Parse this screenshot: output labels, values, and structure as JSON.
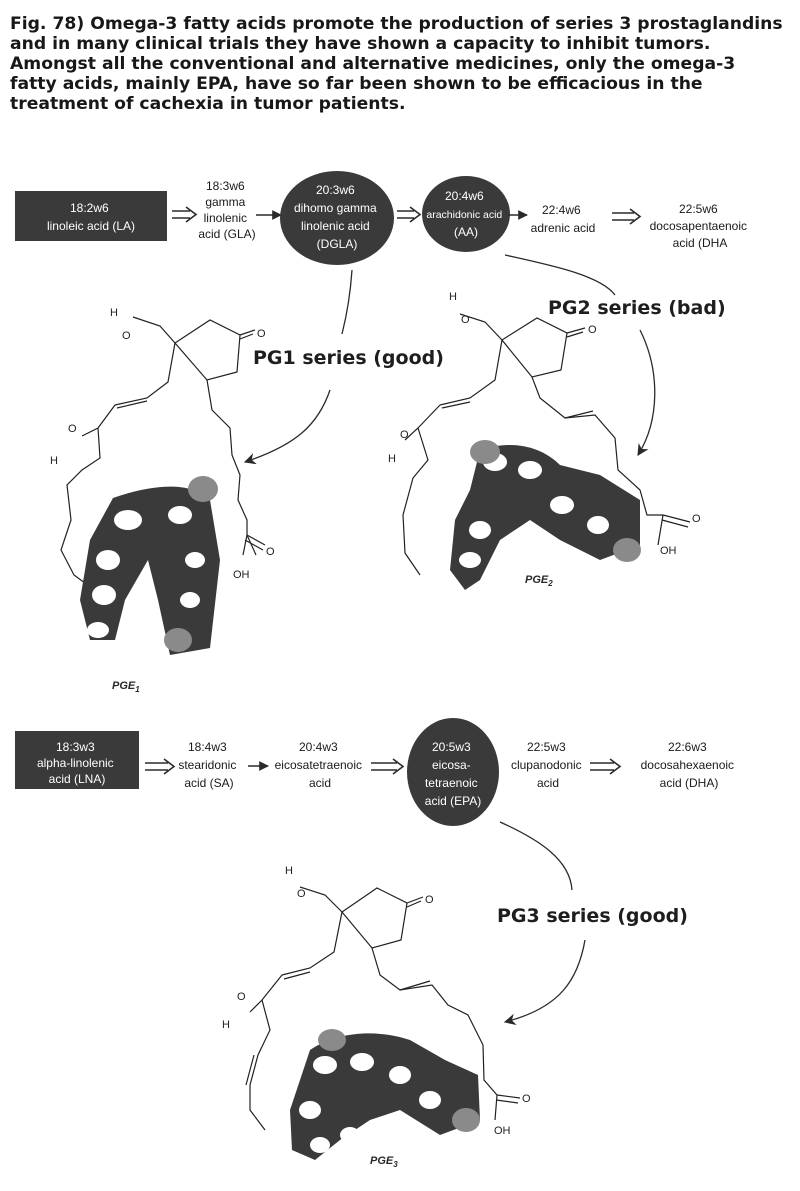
{
  "caption": {
    "lines": [
      "Fig. 78)  Omega-3 fatty acids promote the production of series 3 prostaglandins",
      "and in many clinical trials they have shown a capacity to inhibit tumors.",
      "Amongst all the conventional and alternative medicines, only the omega-3",
      "fatty acids, mainly EPA, have so far been shown to be efficacious in the",
      "treatment of cachexia in tumor patients."
    ]
  },
  "omega6": {
    "nodes": [
      {
        "lines": [
          "18:2w6",
          "linoleic acid (LA)"
        ]
      },
      {
        "lines": [
          "18:3w6",
          "gamma",
          "linolenic",
          "acid (GLA)"
        ]
      },
      {
        "lines": [
          "20:3w6",
          "dihomo gamma",
          "linolenic acid",
          "(DGLA)"
        ]
      },
      {
        "lines": [
          "20:4w6",
          "arachidonic acid",
          "(AA)"
        ]
      },
      {
        "lines": [
          "22:4w6",
          "adrenic acid"
        ]
      },
      {
        "lines": [
          "22:5w6",
          "docosapentaenoic",
          "acid (DHA"
        ]
      }
    ]
  },
  "omega3": {
    "nodes": [
      {
        "lines": [
          "18:3w3",
          "alpha-linolenic",
          "acid (LNA)"
        ]
      },
      {
        "lines": [
          "18:4w3",
          "stearidonic",
          "acid (SA)"
        ]
      },
      {
        "lines": [
          "20:4w3",
          "eicosatetraenoic",
          "acid"
        ]
      },
      {
        "lines": [
          "20:5w3",
          "eicosa-",
          "tetraenoic",
          "acid (EPA)"
        ]
      },
      {
        "lines": [
          "22:5w3",
          "clupanodonic",
          "acid"
        ]
      },
      {
        "lines": [
          "22:6w3",
          "docosahexaenoic",
          "acid (DHA)"
        ]
      }
    ]
  },
  "series": {
    "pg1": "PG1 series (good)",
    "pg2": "PG2 series (bad)",
    "pg3": "PG3 series (good)"
  },
  "structures": {
    "pge1": {
      "name": "PGE",
      "sub": "1"
    },
    "pge2": {
      "name": "PGE",
      "sub": "2"
    },
    "pge3": {
      "name": "PGE",
      "sub": "3"
    },
    "atoms": {
      "h": "H",
      "o": "O",
      "oh": "OH"
    }
  },
  "colors": {
    "dark_fill": "#3a3a3a",
    "ink": "#1a1a1a",
    "light_text": "#ffffff"
  }
}
